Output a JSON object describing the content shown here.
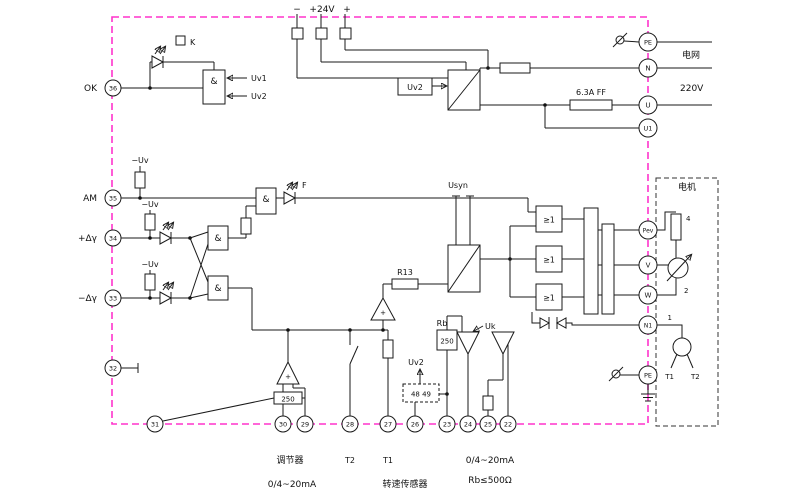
{
  "colors": {
    "border": "#ff33cc",
    "line": "#1a1a1a",
    "background": "#ffffff"
  },
  "top": {
    "minus": "−",
    "v24": "+24V",
    "plus": "+"
  },
  "mains": {
    "pe": "PE",
    "n": "N",
    "u": "U",
    "u1": "U1",
    "grid": "电网",
    "volt": "220V",
    "fuse": "6.3A FF",
    "uv2": "Uv2"
  },
  "logic": {
    "and": "&",
    "or": "≥1",
    "uv1": "Uv1",
    "uv2": "Uv2",
    "k": "K",
    "ok": "OK",
    "am": "AM",
    "f": "F",
    "muv": "−Uv",
    "pdg": "+Δγ",
    "mdg": "−Δγ",
    "plus": "+"
  },
  "center": {
    "usyn": "Usyn",
    "r13": "R13",
    "rb": "Rb",
    "rb_val": "250",
    "reg_r": "250",
    "uk": "Uk",
    "uv2": "Uv2",
    "plug": "48 49"
  },
  "terminals": {
    "t36": "36",
    "t35": "35",
    "t34": "34",
    "t33": "33",
    "t32": "32",
    "t31": "31",
    "t30": "30",
    "t29": "29",
    "t28": "28",
    "t27": "27",
    "t26": "26",
    "t23": "23",
    "t24": "24",
    "t25": "25",
    "t22": "22"
  },
  "motor": {
    "title": "电机",
    "pev": "Pev",
    "v": "V",
    "w": "W",
    "n1": "N1",
    "pe": "PE",
    "p4": "4",
    "p2": "2",
    "p1": "1",
    "t1": "T1",
    "t2": "T2"
  },
  "bottom": {
    "regulator": "调节器",
    "ma1": "0/4~20mA",
    "t2": "T2",
    "t1": "T1",
    "sensor": "转速传感器",
    "ma2": "0/4~20mA",
    "rb": "Rb≤500Ω"
  }
}
